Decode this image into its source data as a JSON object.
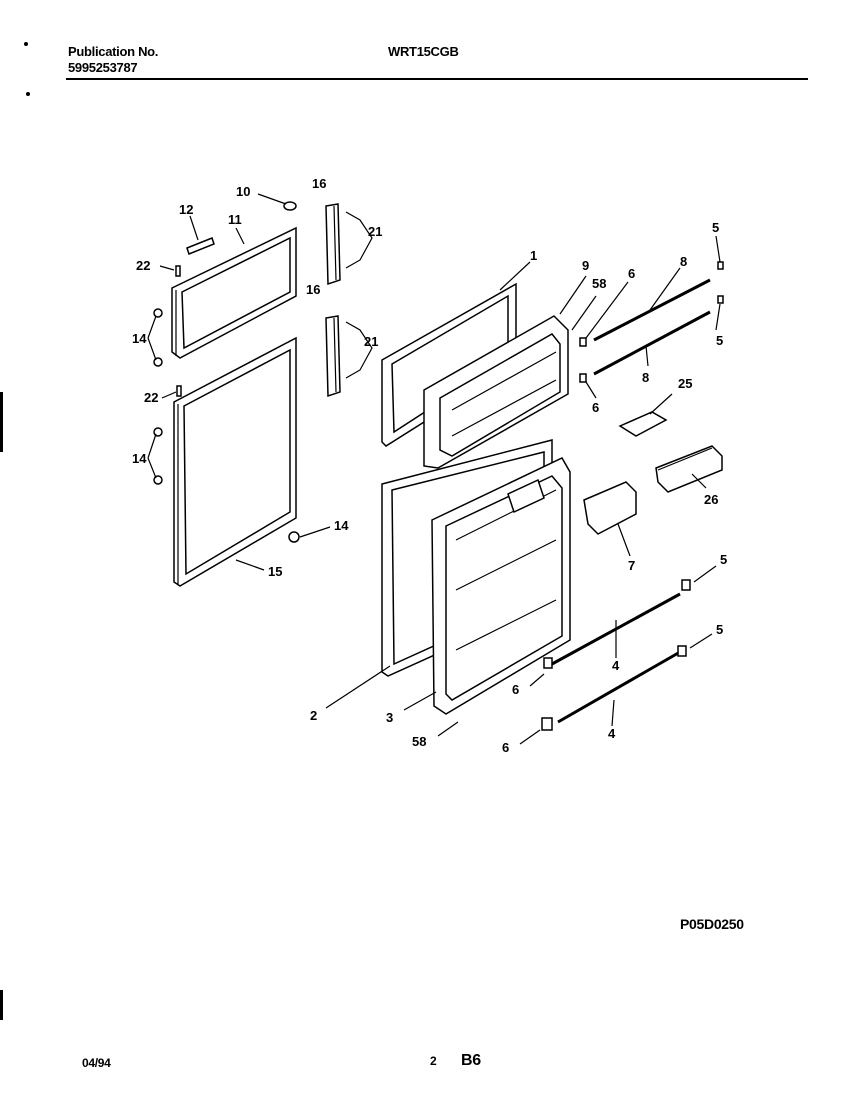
{
  "header": {
    "publication_label": "Publication No.",
    "publication_number": "5995253787",
    "model": "WRT15CGB"
  },
  "diagram_code": "P05D0250",
  "footer": {
    "date": "04/94",
    "page": "2",
    "section": "B6"
  },
  "callouts": [
    "10",
    "12",
    "11",
    "16",
    "21",
    "22",
    "14",
    "16",
    "21",
    "22",
    "14",
    "14",
    "15",
    "1",
    "9",
    "58",
    "6",
    "8",
    "5",
    "5",
    "8",
    "6",
    "25",
    "26",
    "7",
    "5",
    "5",
    "2",
    "3",
    "4",
    "4",
    "6",
    "6",
    "58"
  ]
}
